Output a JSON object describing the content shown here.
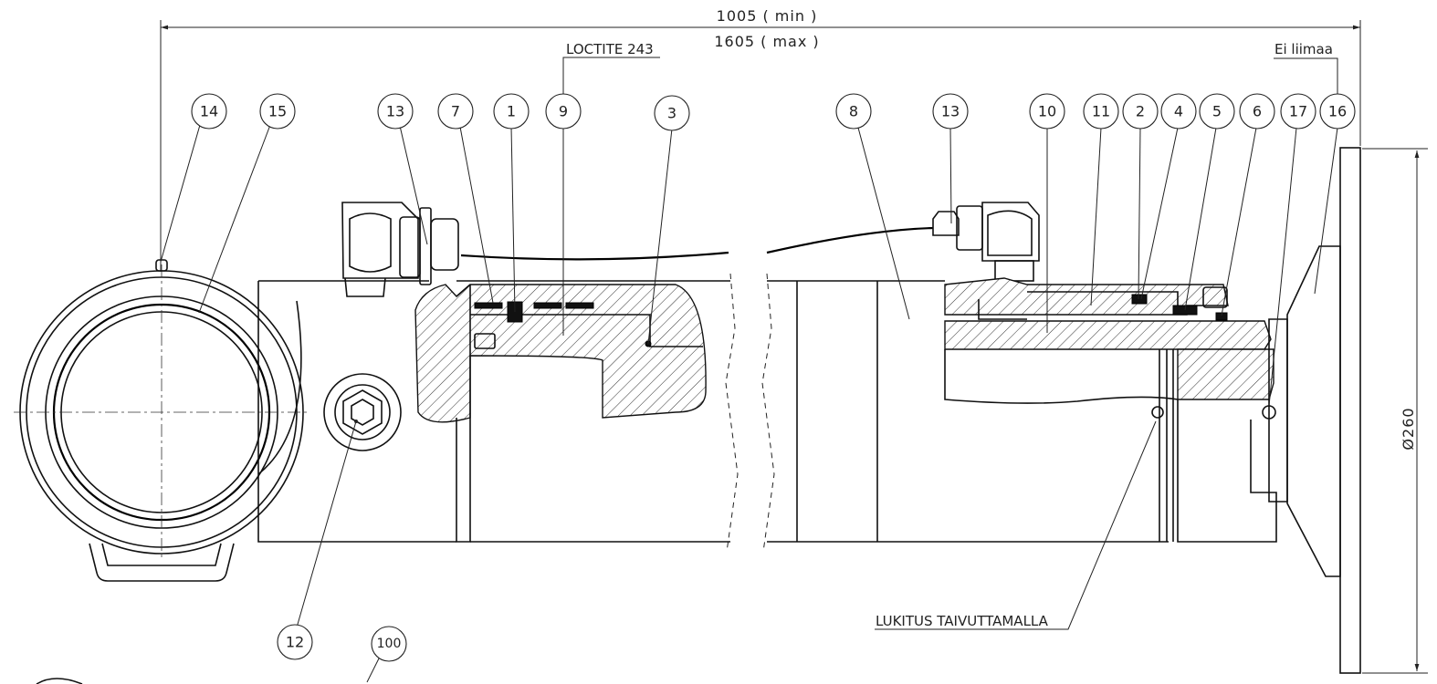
{
  "dimensions": {
    "length_min": "1005  ( min )",
    "length_max": "1605  ( max )",
    "diameter": "Ø260"
  },
  "notes": {
    "loctite": "LOCTITE 243",
    "no_glue": "Ei liimaa",
    "lock_by_bending": "LUKITUS TAIVUTTAMALLA"
  },
  "balloons": [
    {
      "id": "14",
      "label": "14"
    },
    {
      "id": "15",
      "label": "15"
    },
    {
      "id": "13a",
      "label": "13"
    },
    {
      "id": "7",
      "label": "7"
    },
    {
      "id": "1",
      "label": "1"
    },
    {
      "id": "9",
      "label": "9"
    },
    {
      "id": "3",
      "label": "3"
    },
    {
      "id": "8",
      "label": "8"
    },
    {
      "id": "13b",
      "label": "13"
    },
    {
      "id": "10",
      "label": "10"
    },
    {
      "id": "11",
      "label": "11"
    },
    {
      "id": "2",
      "label": "2"
    },
    {
      "id": "4",
      "label": "4"
    },
    {
      "id": "5",
      "label": "5"
    },
    {
      "id": "6",
      "label": "6"
    },
    {
      "id": "17",
      "label": "17"
    },
    {
      "id": "16",
      "label": "16"
    },
    {
      "id": "12",
      "label": "12"
    },
    {
      "id": "100",
      "label": "100"
    }
  ]
}
